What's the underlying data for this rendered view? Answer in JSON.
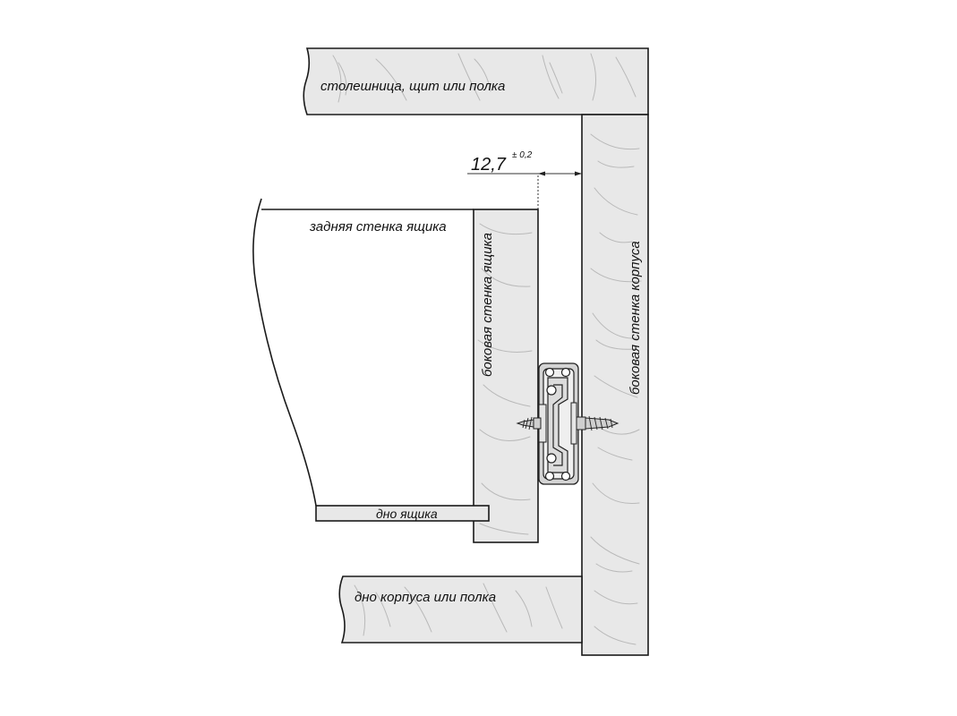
{
  "labels": {
    "countertop": "столешница, щит или полка",
    "back_wall": "задняя стенка ящика",
    "drawer_side": "боковая стенка ящика",
    "body_side": "боковая   стенка корпуса",
    "drawer_bottom": "дно ящика",
    "body_bottom": "дно корпуса или полка"
  },
  "dimension": {
    "value": "12,7",
    "tolerance": "± 0,2"
  },
  "colors": {
    "panel_fill": "#e8e8e8",
    "outline": "#1a1a1a",
    "wood_grain": "#b9b9b9"
  },
  "icons": [
    "ball-bearing-slide-icon",
    "screw-icon"
  ]
}
